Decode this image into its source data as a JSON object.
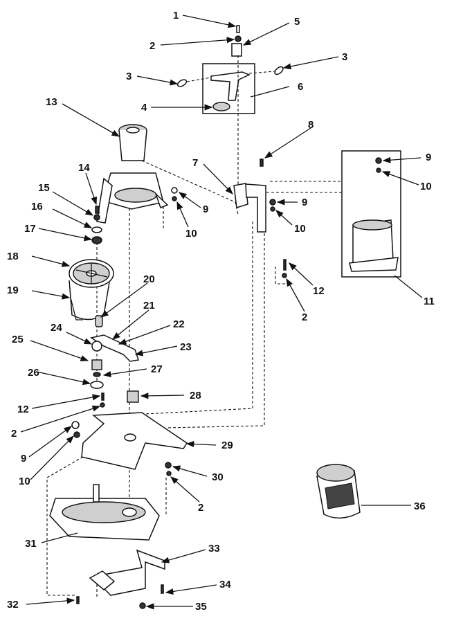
{
  "callouts": {
    "c1": "1",
    "c2a": "2",
    "c2b": "2",
    "c2c": "2",
    "c2d": "2",
    "c3a": "3",
    "c3b": "3",
    "c4": "4",
    "c5": "5",
    "c6": "6",
    "c7": "7",
    "c8": "8",
    "c9a": "9",
    "c9b": "9",
    "c9c": "9",
    "c9d": "9",
    "c10a": "10",
    "c10b": "10",
    "c10c": "10",
    "c10d": "10",
    "c11": "11",
    "c12a": "12",
    "c12b": "12",
    "c13": "13",
    "c14": "14",
    "c15": "15",
    "c16": "16",
    "c17": "17",
    "c18": "18",
    "c19": "19",
    "c20": "20",
    "c21": "21",
    "c22": "22",
    "c23": "23",
    "c24": "24",
    "c25": "25",
    "c26": "26",
    "c27": "27",
    "c28": "28",
    "c29": "29",
    "c30": "30",
    "c31": "31",
    "c32": "32",
    "c33": "33",
    "c34": "34",
    "c35": "35",
    "c36": "36"
  }
}
